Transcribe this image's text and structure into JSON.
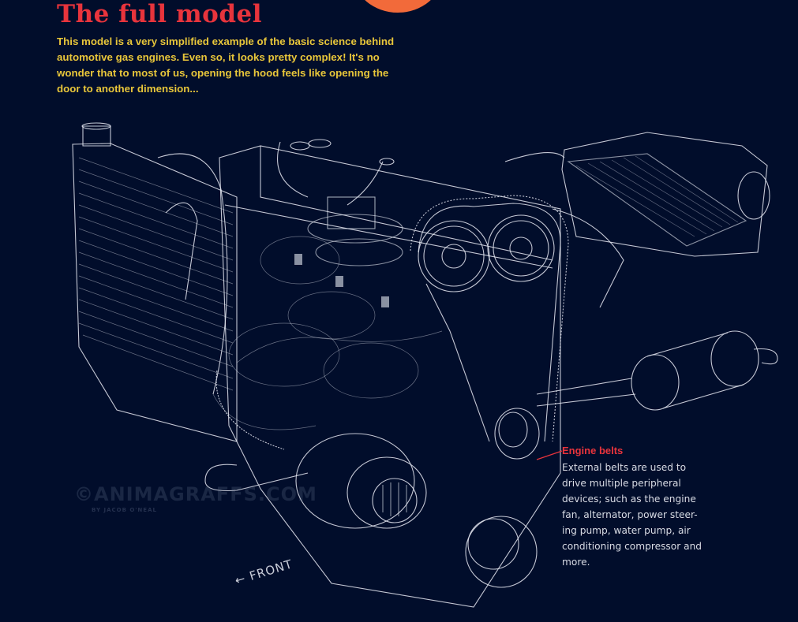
{
  "header": {
    "title": "The full model",
    "intro": "This model is a very simplified example of the basic science behind automotive gas engines. Even so, it looks pretty complex! It's no wonder that to most of us, opening the hood feels like opening the door to another dimension..."
  },
  "callout": {
    "title": "Engine belts",
    "body": "External belts are used to drive multiple peripheral devices; such as the engine fan, alternator, power steer-ing pump, water pump, air conditioning compressor and more."
  },
  "watermark": {
    "text": "©ANIMAGRAFFS.COM",
    "byline": "BY JACOB O'NEAL"
  },
  "direction": {
    "label": "← FRONT"
  },
  "colors": {
    "background": "#010d2b",
    "title": "#e8343c",
    "intro": "#e8c63a",
    "accent_circle": "#f26a3a",
    "wireframe": "#e6e9f2"
  }
}
